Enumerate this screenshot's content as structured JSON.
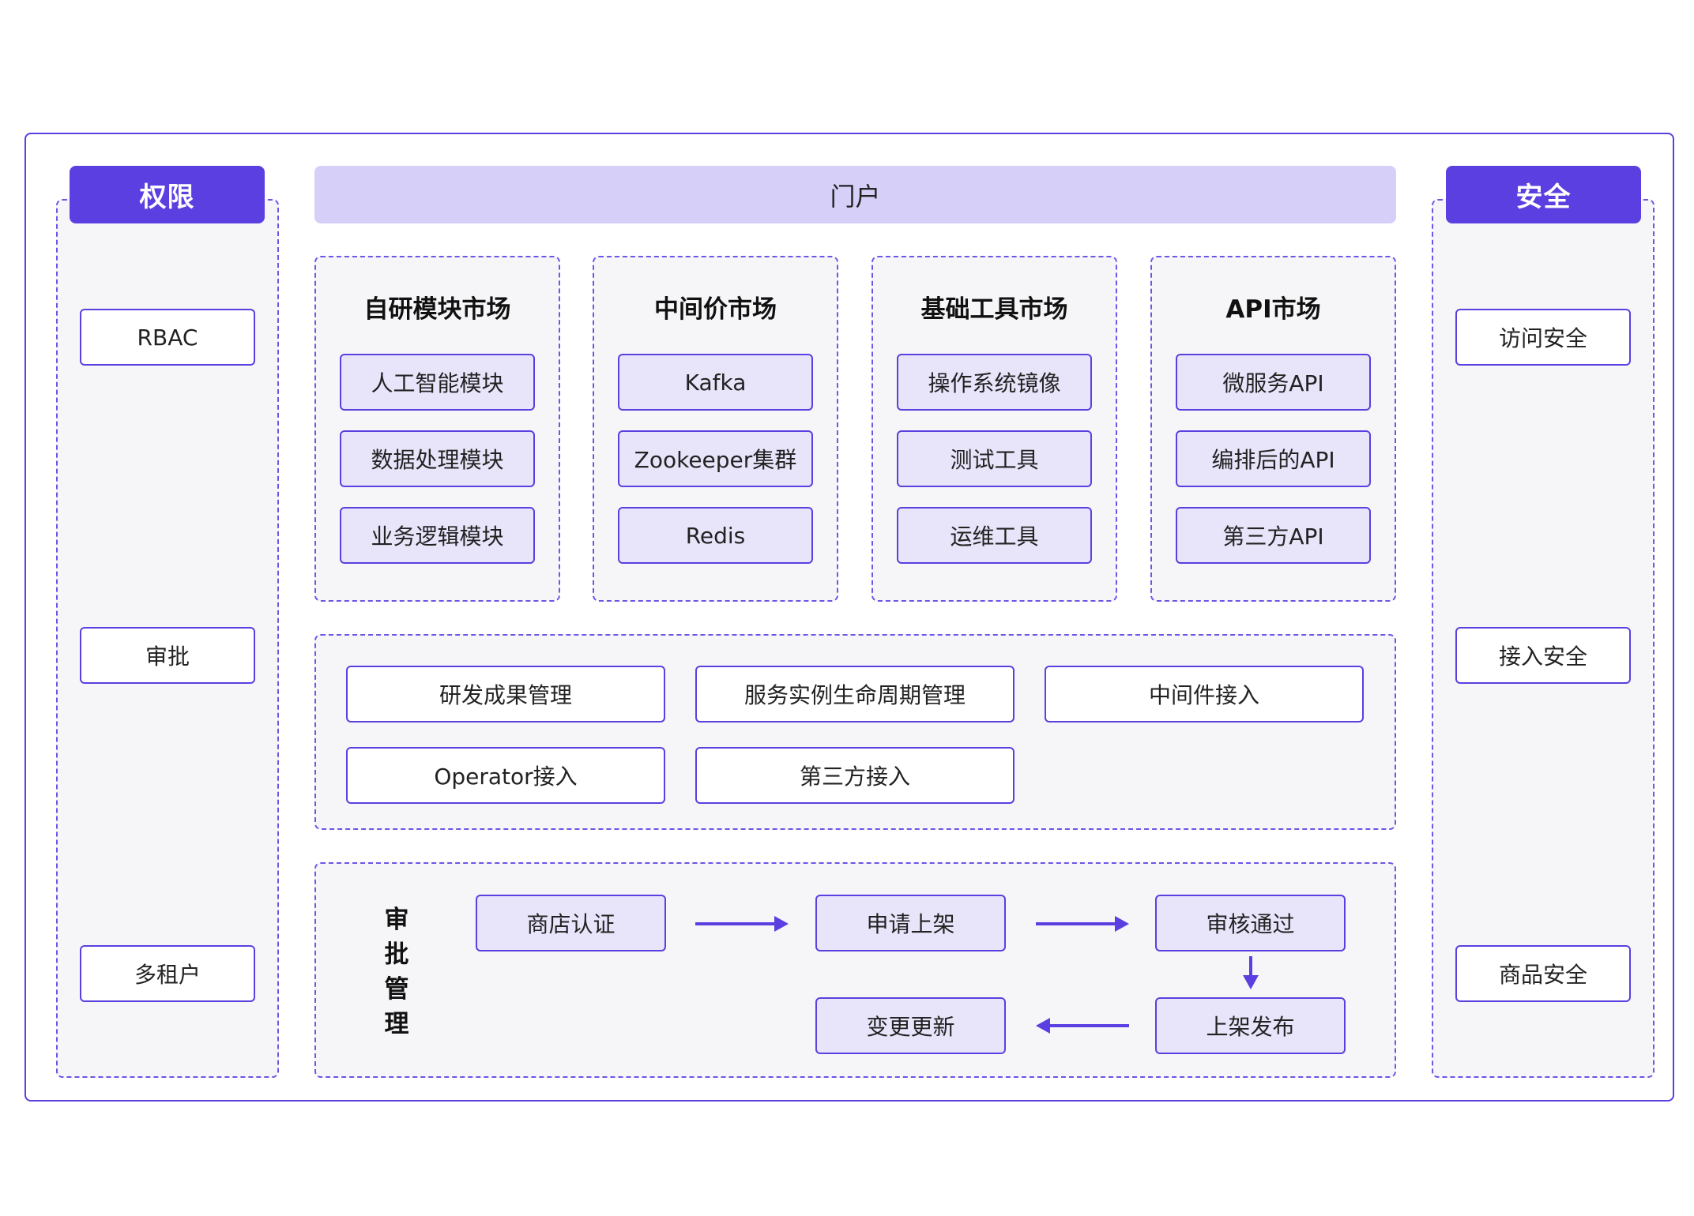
{
  "left_panel": {
    "title": "权限",
    "items": [
      "RBAC",
      "审批",
      "多租户"
    ]
  },
  "right_panel": {
    "title": "安全",
    "items": [
      "访问安全",
      "接入安全",
      "商品安全"
    ]
  },
  "portal": {
    "title": "门户"
  },
  "markets": [
    {
      "title": "自研模块市场",
      "items": [
        "人工智能模块",
        "数据处理模块",
        "业务逻辑模块"
      ]
    },
    {
      "title": "中间价市场",
      "items": [
        "Kafka",
        "Zookeeper集群",
        "Redis"
      ]
    },
    {
      "title": "基础工具市场",
      "items": [
        "操作系统镜像",
        "测试工具",
        "运维工具"
      ]
    },
    {
      "title": "API市场",
      "items": [
        "微服务API",
        "编排后的API",
        "第三方API"
      ]
    }
  ],
  "management": {
    "items": [
      "研发成果管理",
      "服务实例生命周期管理",
      "中间件接入",
      "Operator接入",
      "第三方接入"
    ]
  },
  "approval": {
    "title_chars": [
      "审",
      "批",
      "管",
      "理"
    ],
    "steps": {
      "store_cert": "商店认证",
      "apply_listing": "申请上架",
      "review_pass": "审核通过",
      "publish": "上架发布",
      "change_update": "变更更新"
    }
  },
  "colors": {
    "accent": "#5b3fe0",
    "portal_bg": "#d6cff8",
    "item_bg": "#e8e5fb",
    "panel_bg": "#f6f6f8"
  }
}
